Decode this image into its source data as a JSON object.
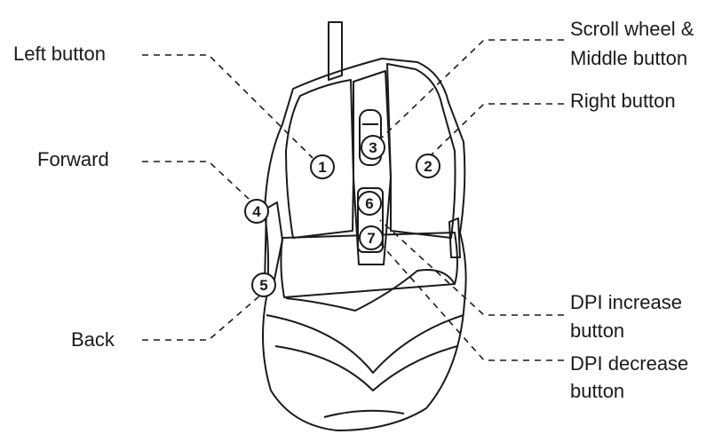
{
  "labels": {
    "left_button": "Left button",
    "forward": "Forward",
    "back": "Back",
    "scroll_line1": "Scroll wheel &",
    "scroll_line2": "Middle button",
    "right_button": "Right button",
    "dpi_inc_line1": "DPI increase",
    "dpi_inc_line2": "button",
    "dpi_dec_line1": "DPI decrease",
    "dpi_dec_line2": "button"
  },
  "markers": [
    "1",
    "2",
    "3",
    "4",
    "5",
    "6",
    "7"
  ]
}
